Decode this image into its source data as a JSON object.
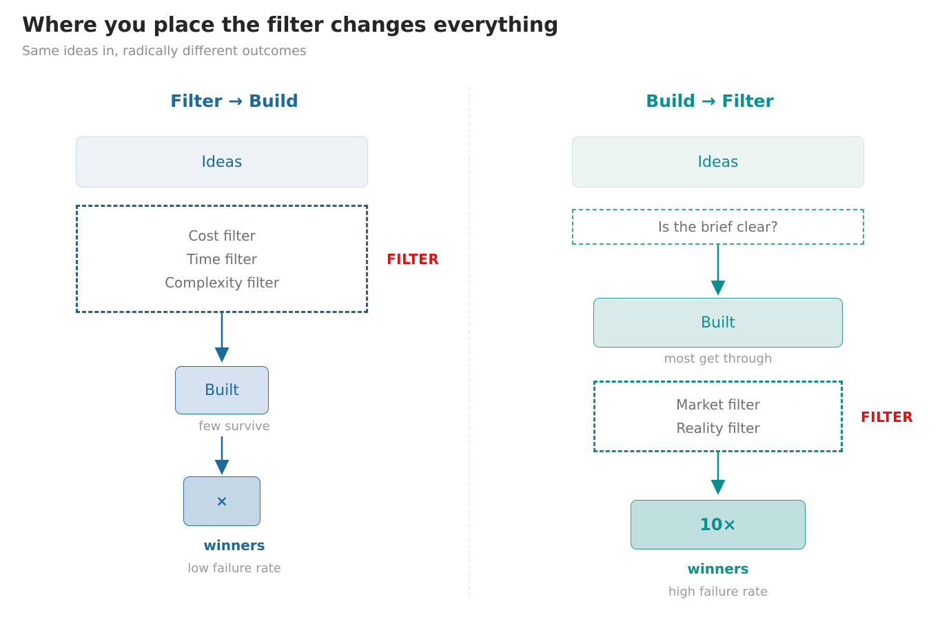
{
  "header": {
    "title": "Where you place the filter changes everything",
    "subtitle": "Same ideas in, radically different outcomes"
  },
  "colors": {
    "blue_accent": "#1b6a9c",
    "teal_accent": "#0c8f8f",
    "filter_red": "#dd1111",
    "muted_gray": "#9a9a9a",
    "divider_gray": "#eceff1"
  },
  "left": {
    "title": "Filter → Build",
    "ideas_label": "Ideas",
    "filter_lines": [
      "Cost filter",
      "Time filter",
      "Complexity filter"
    ],
    "filter_tag": "FILTER",
    "built_label": "Built",
    "built_caption": "few survive",
    "outcome_value": "×",
    "outcome_label": "winners",
    "outcome_caption": "low failure rate"
  },
  "right": {
    "title": "Build → Filter",
    "ideas_label": "Ideas",
    "gate_label": "Is the brief clear?",
    "built_label": "Built",
    "built_caption": "most get through",
    "filter_lines": [
      "Market filter",
      "Reality filter"
    ],
    "filter_tag": "FILTER",
    "outcome_value": "10×",
    "outcome_label": "winners",
    "outcome_caption": "high failure rate"
  }
}
